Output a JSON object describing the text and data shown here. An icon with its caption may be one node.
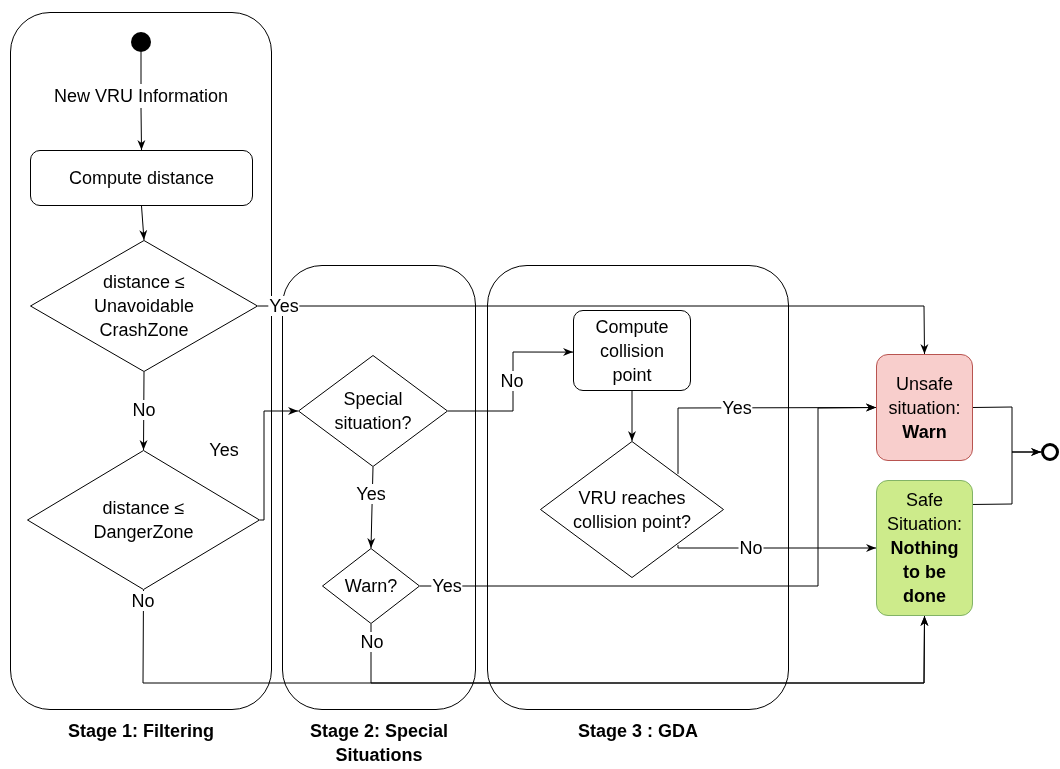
{
  "diagram": {
    "nodes": [
      {
        "text": [
          "Stage 1: Filtering"
        ]
      },
      {
        "text": [
          "Stage 2: Special Situations"
        ]
      },
      {
        "text": [
          "Stage 3 : GDA"
        ]
      },
      {
        "text": [],
        "shape": "circle",
        "in": 0
      },
      {
        "text": [
          "New VRU Information"
        ],
        "in": 0
      },
      {
        "text": [
          "Compute distance"
        ],
        "in": 0
      },
      {
        "text": [
          "distance ≤ Unavoidable CrashZone"
        ],
        "in": 0
      },
      {
        "text": [
          "distance ≤ DangerZone"
        ],
        "in": 0
      },
      {
        "text": [
          "Special situation?"
        ],
        "in": 1
      },
      {
        "text": [
          "Warn?"
        ],
        "in": 1
      },
      {
        "text": [
          "Compute collision point"
        ],
        "in": 2
      },
      {
        "text": [
          "VRU reaches collision point?"
        ],
        "in": 2
      },
      {
        "text": [
          "Unsafe situation: **Warn**"
        ]
      },
      {
        "text": [
          "Safe Situation: **Nothing to be done**"
        ]
      },
      {
        "text": [],
        "shape": "circle"
      }
    ],
    "edges": [
      {
        "from": 3,
        "to": 4,
        "arrow": "none"
      },
      {
        "from": 4,
        "to": 5,
        "arrow": "to"
      },
      {
        "from": 5,
        "to": 6,
        "arrow": "to"
      },
      {
        "from": 6,
        "to": 12,
        "arrow": "to",
        "label": "Yes"
      },
      {
        "from": 6,
        "to": 7,
        "arrow": "to",
        "label": "No"
      },
      {
        "from": 7,
        "to": 8,
        "arrow": "to",
        "label": "Yes"
      },
      {
        "from": 7,
        "to": 13,
        "arrow": "to",
        "label": "No"
      },
      {
        "from": 8,
        "to": 10,
        "arrow": "to",
        "label": "No"
      },
      {
        "from": 8,
        "to": 9,
        "arrow": "to",
        "label": "Yes"
      },
      {
        "from": 9,
        "to": 12,
        "arrow": "to",
        "label": "Yes"
      },
      {
        "from": 9,
        "to": 13,
        "arrow": "to",
        "label": "No"
      },
      {
        "from": 10,
        "to": 11,
        "arrow": "to"
      },
      {
        "from": 11,
        "to": 12,
        "arrow": "to",
        "label": "Yes"
      },
      {
        "from": 11,
        "to": 13,
        "arrow": "to",
        "label": "No"
      },
      {
        "from": 12,
        "to": 14,
        "arrow": "to"
      },
      {
        "from": 13,
        "to": 14,
        "arrow": "to"
      }
    ]
  }
}
